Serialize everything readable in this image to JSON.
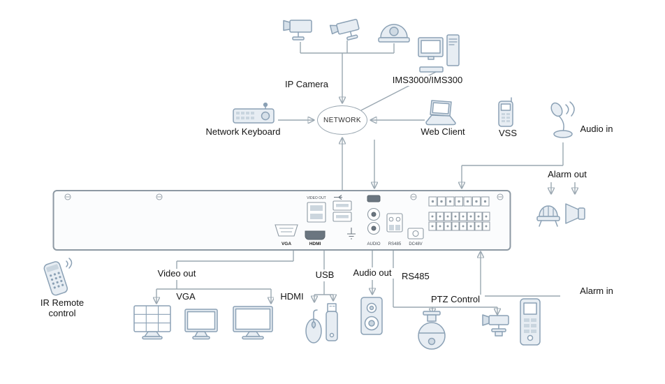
{
  "colors": {
    "line": "#9aa7b1",
    "icon_stroke": "#8ba1b5",
    "icon_fill": "#e7edf3",
    "device_border": "#8d99a3",
    "text": "#141414"
  },
  "network": {
    "label": "NETWORK"
  },
  "nodes": {
    "ip_camera": "IP Camera",
    "ims": "IMS3000/IMS300",
    "network_keyboard": "Network Keyboard",
    "web_client": "Web Client",
    "vss": "VSS",
    "audio_in": "Audio in",
    "alarm_out": "Alarm out",
    "ir_remote": "IR Remote control",
    "video_out": "Video out",
    "vga": "VGA",
    "hdmi": "HDMI",
    "usb": "USB",
    "audio_out": "Audio out",
    "rs485": "RS485",
    "ptz_control": "PTZ Control",
    "alarm_in": "Alarm in"
  },
  "device": {
    "ports": {
      "video_out": "VIDEO OUT",
      "vga": "VGA",
      "hdmi": "HDMI",
      "audio": "AUDIO",
      "rs485": "RS485",
      "dc48v": "DC48V"
    }
  }
}
